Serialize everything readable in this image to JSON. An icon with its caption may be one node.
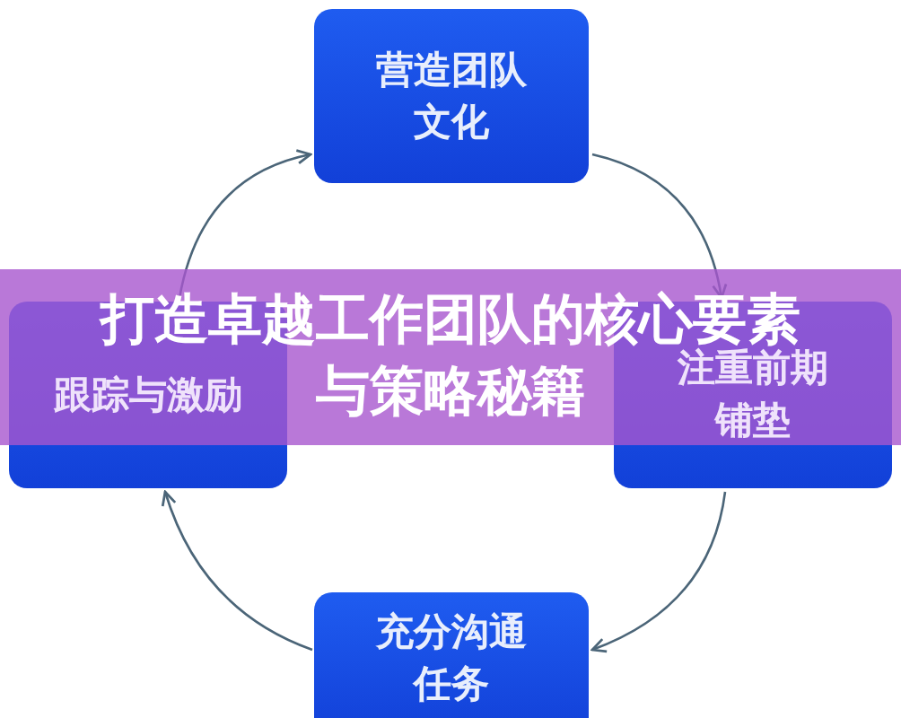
{
  "diagram": {
    "title": "打造卓越工作团队的核心要素与策略秘籍",
    "nodes": [
      {
        "text": [
          "营造团队文化"
        ]
      },
      {
        "text": [
          "注重前期铺垫"
        ]
      },
      {
        "text": [
          "充分沟通任务"
        ]
      },
      {
        "text": [
          "跟踪与激励"
        ]
      }
    ],
    "edges": [
      {
        "from": 0,
        "to": 1,
        "arrow": "to"
      },
      {
        "from": 1,
        "to": 2,
        "arrow": "to"
      },
      {
        "from": 2,
        "to": 3,
        "arrow": "to"
      },
      {
        "from": 3,
        "to": 0,
        "arrow": "to"
      }
    ]
  }
}
